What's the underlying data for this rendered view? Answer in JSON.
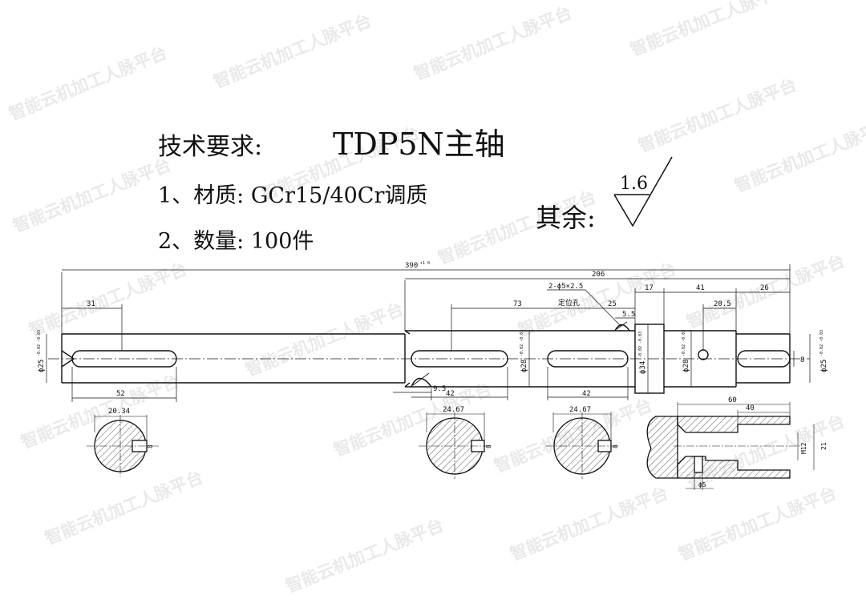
{
  "title": "TDP5N主轴",
  "requirements": {
    "heading": "技术要求:",
    "item1": "1、材质: GCr15/40Cr调质",
    "item2": "2、数量: 100件"
  },
  "roughness": {
    "label": "其余:",
    "value": "1.6"
  },
  "dimensions": {
    "total_length": "390",
    "total_length_tol": "+1 0",
    "d206": "206",
    "d17": "17",
    "d41": "41",
    "d26": "26",
    "d31": "31",
    "d73": "73",
    "d25": "25",
    "d20_5": "20.5",
    "d5_5": "5.5",
    "d52": "52",
    "d9_5": "9.5",
    "d42a": "42",
    "d42b": "42",
    "hole_note": "2-ϕ5×2.5",
    "hole_note2": "定位孔",
    "dia_left": "ϕ25",
    "dia_left_tol": "-0.02 -0.03",
    "dia_mid": "ϕ28",
    "dia_mid_tol": "-0.02 -0.03",
    "dia_collar": "ϕ34",
    "dia_collar_tol": "-0.02 -0.03",
    "dia_right_mid": "ϕ28",
    "dia_right_mid_tol": "-0.02 -0.03",
    "dia_right": "ϕ25",
    "dia_right_tol": "-0.02 -0.03",
    "key_right": "8",
    "key_left": "8",
    "sec1_width": "20.34",
    "sec2_width": "24.67",
    "sec3_width": "24.67",
    "sec_key2": "8",
    "sec_key3": "8",
    "detail_60": "60",
    "detail_40": "40",
    "detail_thread": "M12",
    "detail_21": "21",
    "detail_hole": "ϕ5"
  },
  "watermark": {
    "text": "智能云机加工人脉平台"
  },
  "colors": {
    "line": "#1a1a1a",
    "watermark": "#e8e8e8",
    "hatch": "#333333"
  }
}
